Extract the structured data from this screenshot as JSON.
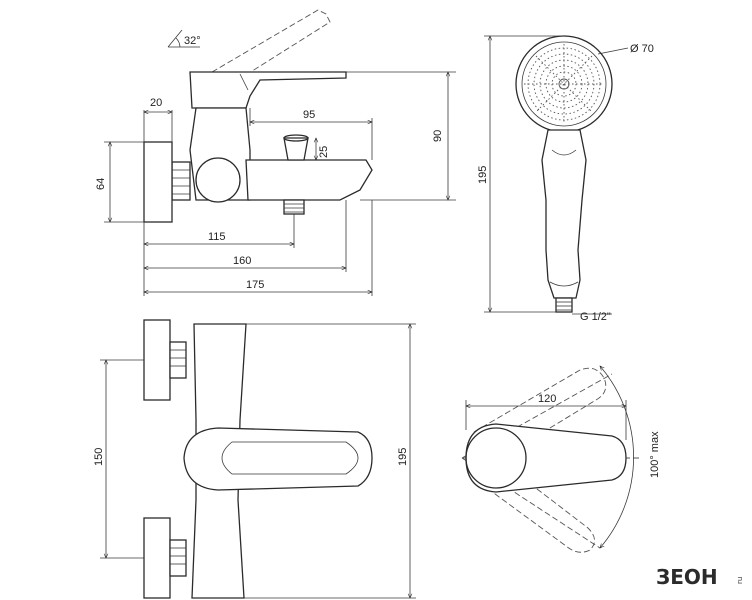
{
  "dimensions": {
    "handle_angle": "32°",
    "wall_offset": "20",
    "spout_length": "95",
    "spout_height": "25",
    "body_height": "90",
    "connection_height": "64",
    "outlet_115": "115",
    "outlet_160": "160",
    "overall_175": "175",
    "shower_diameter": "Ø 70",
    "shower_length": "195",
    "shower_thread": "G 1/2\"",
    "eccentric_spacing": "150",
    "front_height": "195",
    "lever_reach": "120",
    "lever_rotation": "100° max"
  },
  "logo": {
    "brand": "ЗЕОН",
    "small": "ru"
  }
}
